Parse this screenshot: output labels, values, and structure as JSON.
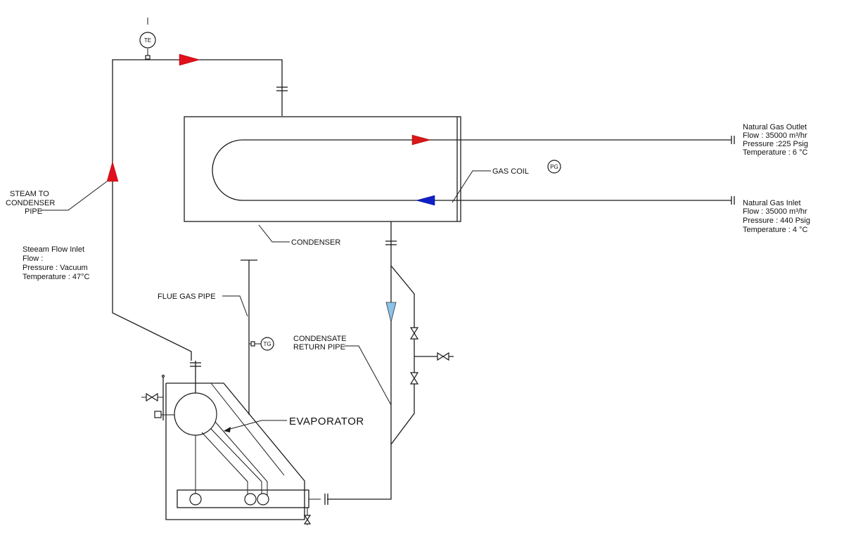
{
  "colors": {
    "line": "#1a1a1a",
    "steam_arrow": "#e0101c",
    "gas_outlet_arrow": "#d81818",
    "gas_inlet_arrow": "#1020c8",
    "condensate_arrow": "#8cc4e8"
  },
  "instruments": {
    "te": "TE",
    "pg": "PG",
    "tg": "TG"
  },
  "labels": {
    "steam_to_condenser": [
      "STEAM TO",
      "CONDENSER",
      "PIPE"
    ],
    "steam_inlet": [
      "Steeam Flow Inlet",
      "Flow :",
      "Pressure :  Vacuum",
      "Temperature :  47°C"
    ],
    "gas_outlet": [
      "Natural Gas Outlet",
      "Flow : 35000 m³/hr",
      "Pressure :225 Psig",
      "Temperature : 6 °C"
    ],
    "gas_inlet": [
      "Natural Gas Inlet",
      "Flow : 35000 m³/hr",
      "Pressure : 440 Psig",
      "Temperature : 4 °C"
    ],
    "gas_coil": "GAS COIL",
    "condenser": "CONDENSER",
    "flue_gas_pipe": "FLUE GAS PIPE",
    "condensate_return": [
      "CONDENSATE",
      "RETURN PIPE"
    ],
    "evaporator": "EVAPORATOR"
  }
}
